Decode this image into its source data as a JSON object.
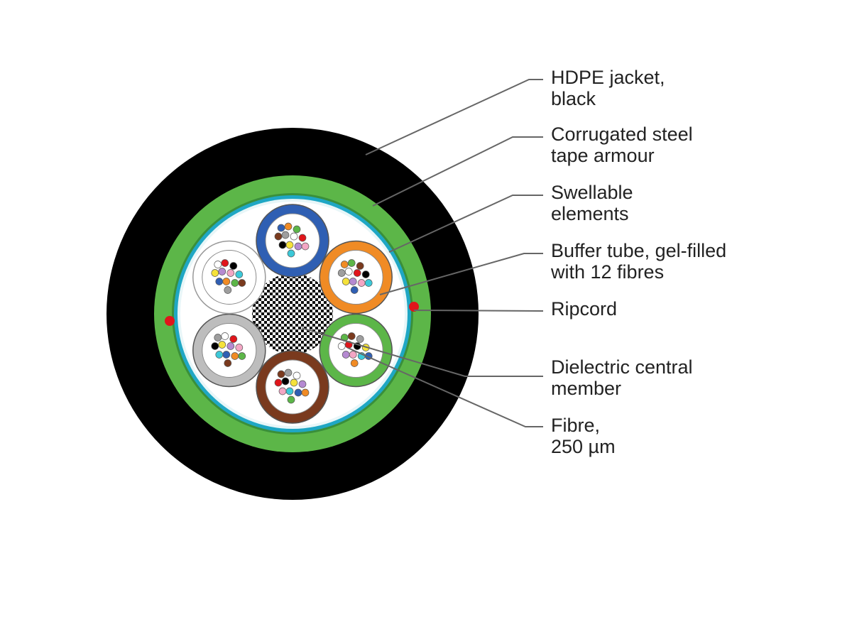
{
  "callouts": [
    {
      "id": "jacket",
      "line1": "HDPE jacket,",
      "line2": "black"
    },
    {
      "id": "armour",
      "line1": "Corrugated steel",
      "line2": "tape armour"
    },
    {
      "id": "swell",
      "line1": "Swellable",
      "line2": "elements"
    },
    {
      "id": "tube",
      "line1": "Buffer tube, gel-filled",
      "line2": "with 12 fibres"
    },
    {
      "id": "ripcord",
      "line1": "Ripcord",
      "line2": ""
    },
    {
      "id": "central",
      "line1": "Dielectric central",
      "line2": "member"
    },
    {
      "id": "fibre",
      "line1": "Fibre,",
      "line2": "250 µm"
    }
  ],
  "colors": {
    "jacket": "#000000",
    "armour": "#5cb648",
    "armour_edge": "#3a8f3a",
    "swell_ring": "#1fa7c4",
    "core_fill": "#ffffff",
    "ripcord": "#e0151b",
    "leader": "#666666",
    "tubes": [
      "#2f5fb3",
      "#f08b25",
      "#5cb648",
      "#7a3a1e",
      "#bdbdbd",
      "#ffffff"
    ],
    "fibres": [
      "#2f5fb3",
      "#f08b25",
      "#5cb648",
      "#7a3a1e",
      "#9e9e9e",
      "#ffffff",
      "#e0151b",
      "#000000",
      "#f5e23a",
      "#b58ad1",
      "#f3a6c4",
      "#3cc8d8"
    ]
  }
}
